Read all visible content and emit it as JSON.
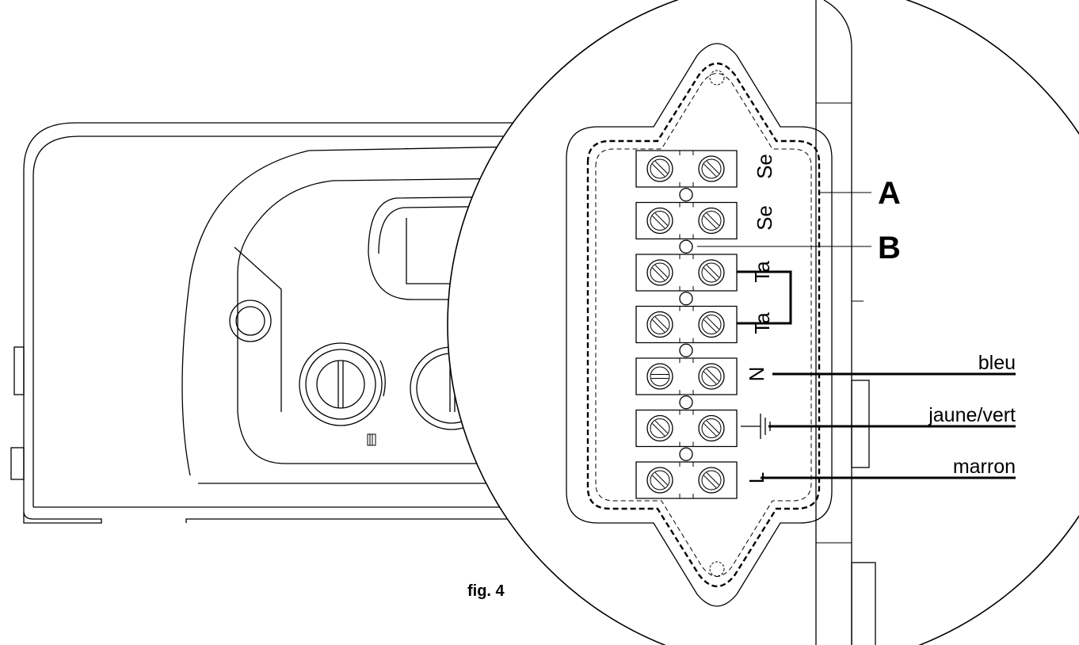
{
  "figure": {
    "caption": "fig. 4",
    "callouts": {
      "a": "A",
      "b": "B"
    },
    "terminals": [
      {
        "label": "Se"
      },
      {
        "label": "Se"
      },
      {
        "label": "Ta"
      },
      {
        "label": "Ta"
      },
      {
        "label": "N"
      },
      {
        "label": ""
      },
      {
        "label": "L"
      }
    ],
    "wires": {
      "neutral": "bleu",
      "earth": "jaune/vert",
      "live": "marron"
    }
  }
}
